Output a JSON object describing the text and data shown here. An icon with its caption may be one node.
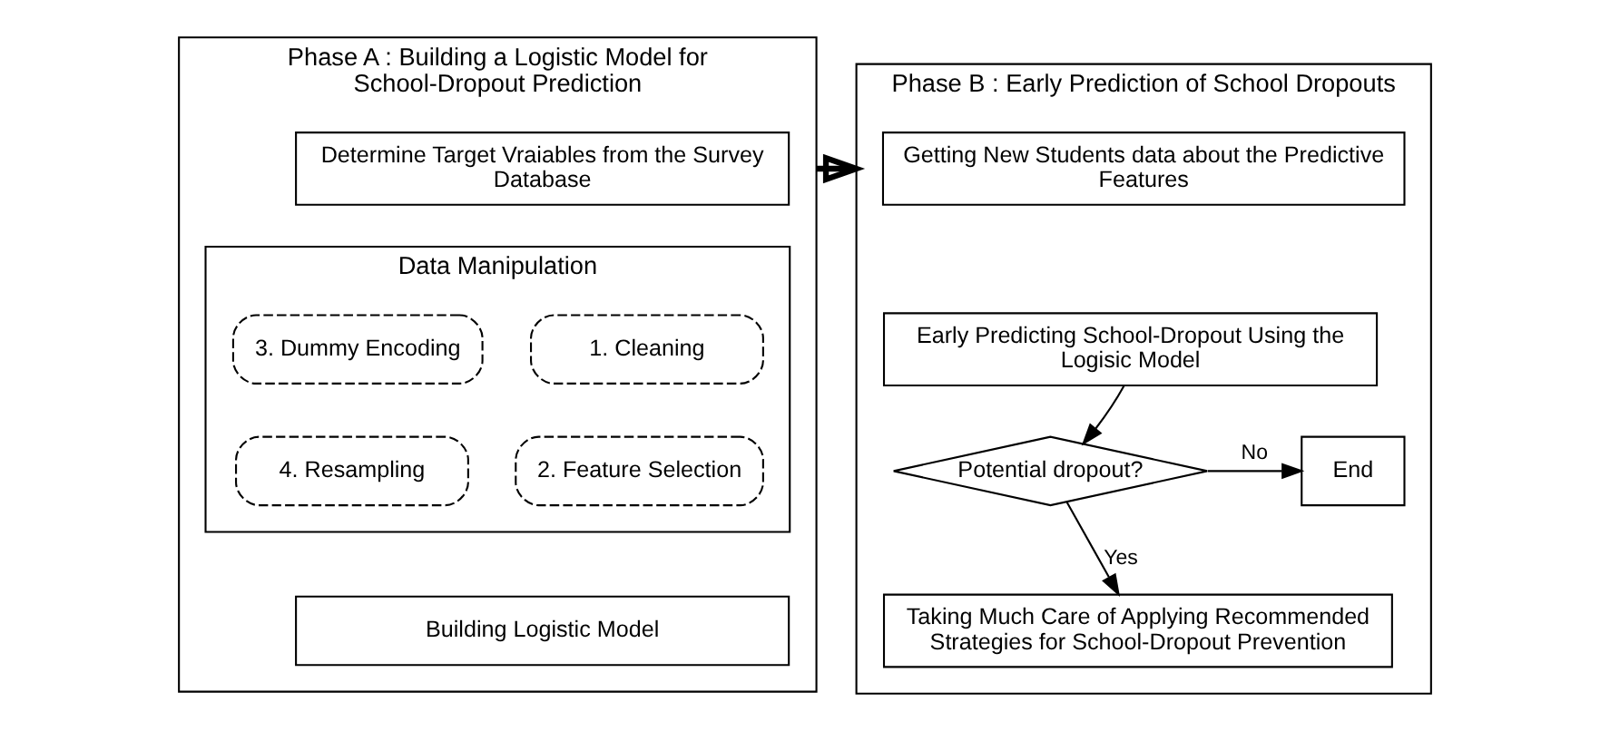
{
  "diagram": {
    "nodes": [
      {
        "text": [
          "Phase A : Building a Logistic Model for School-Dropout Prediction"
        ]
      },
      {
        "text": [
          "Determine Target Vraiables from the Survey Database"
        ],
        "in": 0
      },
      {
        "text": [
          "Data Manipulation"
        ],
        "in": 0
      },
      {
        "text": [
          "1. Cleaning"
        ],
        "in": 2
      },
      {
        "text": [
          "3. Dummy Encoding"
        ],
        "in": 2
      },
      {
        "text": [
          "2. Feature Selection"
        ],
        "in": 2
      },
      {
        "text": [
          "4. Resampling"
        ],
        "in": 2
      },
      {
        "text": [
          "Building Logistic Model"
        ],
        "in": 0
      },
      {
        "text": [
          "Phase B : Early Prediction of School Dropouts"
        ]
      },
      {
        "text": [
          "Getting New Students data about the Predictive Features"
        ],
        "in": 8
      },
      {
        "text": [
          "Early Predicting School-Dropout Using the Logisic Model"
        ],
        "in": 8
      },
      {
        "text": [
          "Potential dropout?"
        ],
        "in": 8
      },
      {
        "text": [
          "End"
        ],
        "in": 8
      },
      {
        "text": [
          "Taking Much Care of Applying Recommended Strategies for School-Dropout Prevention"
        ],
        "in": 8
      }
    ],
    "edges": [
      {
        "from": 0,
        "to": 8,
        "arrow": "to",
        "style": "thick"
      },
      {
        "from": 10,
        "to": 11,
        "arrow": "to"
      },
      {
        "from": 11,
        "to": 12,
        "arrow": "to",
        "label": "No"
      },
      {
        "from": 11,
        "to": 13,
        "arrow": "to",
        "label": "Yes"
      }
    ]
  }
}
